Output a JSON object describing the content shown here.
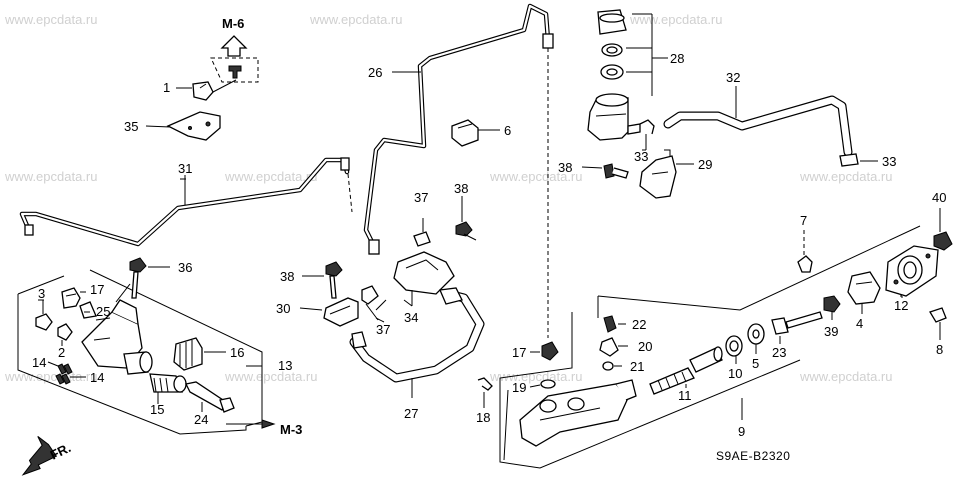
{
  "watermark": "www.epcdata.ru",
  "diagram_code": "S9AE-B2320",
  "refs": {
    "m6": "M-6",
    "m3": "M-3",
    "fr": "FR."
  },
  "callouts": {
    "c1": "1",
    "c2": "2",
    "c3": "3",
    "c4": "4",
    "c5": "5",
    "c6": "6",
    "c7": "7",
    "c8": "8",
    "c9": "9",
    "c10": "10",
    "c11": "11",
    "c12": "12",
    "c13": "13",
    "c14a": "14",
    "c14b": "14",
    "c15": "15",
    "c16": "16",
    "c17a": "17",
    "c17b": "17",
    "c18": "18",
    "c19": "19",
    "c20": "20",
    "c21": "21",
    "c22": "22",
    "c23": "23",
    "c24": "24",
    "c25": "25",
    "c26": "26",
    "c27": "27",
    "c28": "28",
    "c29": "29",
    "c30": "30",
    "c31": "31",
    "c32": "32",
    "c33a": "33",
    "c33b": "33",
    "c34": "34",
    "c35": "35",
    "c36": "36",
    "c37a": "37",
    "c37b": "37",
    "c38a": "38",
    "c38b": "38",
    "c38c": "38",
    "c39": "39",
    "c40": "40"
  }
}
